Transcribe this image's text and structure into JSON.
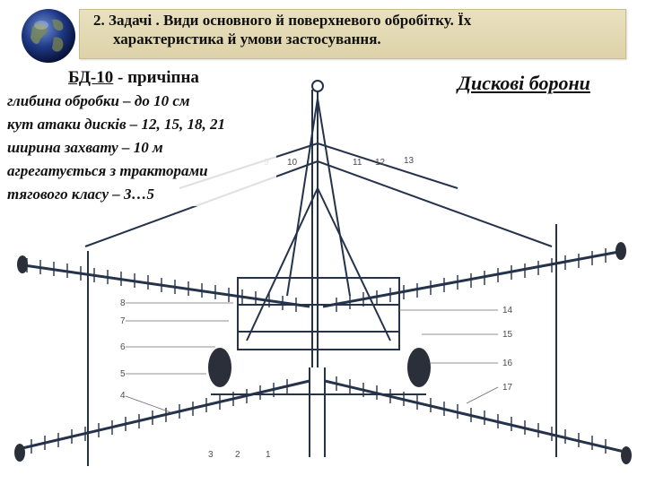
{
  "header": {
    "title_line1": "2. Задачі . Види основного й поверхневого обробітку. Їх",
    "title_line2": "характеристика й умови застосування."
  },
  "machine": {
    "model": "БД-10",
    "type_suffix": " - причіпна"
  },
  "category_title": "Дискові борони",
  "specs": [
    "глибина обробки – до 10 см",
    "кут атаки дисків – 12, 15, 18, 21",
    "ширина захвату – 10 м",
    "агрегатується з тракторами",
    "тягового класу – 3…5"
  ],
  "callouts": {
    "left": [
      "8",
      "7",
      "6",
      "5",
      "4"
    ],
    "bottom": [
      "3",
      "2",
      "1"
    ],
    "top": [
      "9",
      "10",
      "11",
      "12",
      "13"
    ],
    "right": [
      "14",
      "15",
      "16",
      "17"
    ]
  }
}
